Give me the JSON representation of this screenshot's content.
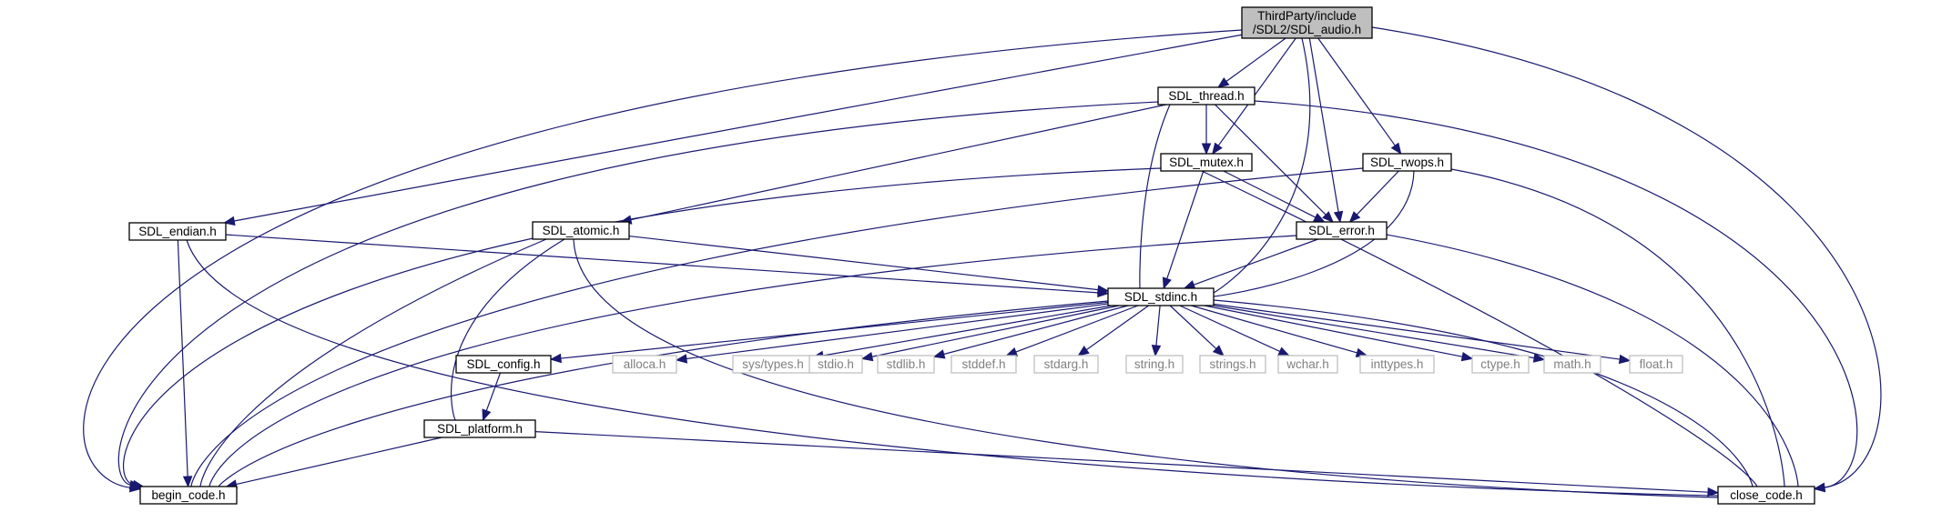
{
  "colors": {
    "edge": "#191970",
    "root_fill": "#bfbfbf",
    "node_border": "#000000",
    "external_border": "#bfbfbf",
    "external_text": "#808080"
  },
  "nodes": {
    "sdl_audio": {
      "lines": [
        "ThirdParty/include",
        "/SDL2/SDL_audio.h"
      ],
      "kind": "root"
    },
    "sdl_thread": {
      "lines": [
        "SDL_thread.h"
      ],
      "kind": "file"
    },
    "sdl_mutex": {
      "lines": [
        "SDL_mutex.h"
      ],
      "kind": "file"
    },
    "sdl_rwops": {
      "lines": [
        "SDL_rwops.h"
      ],
      "kind": "file"
    },
    "sdl_endian": {
      "lines": [
        "SDL_endian.h"
      ],
      "kind": "file"
    },
    "sdl_atomic": {
      "lines": [
        "SDL_atomic.h"
      ],
      "kind": "file"
    },
    "sdl_error": {
      "lines": [
        "SDL_error.h"
      ],
      "kind": "file"
    },
    "sdl_stdinc": {
      "lines": [
        "SDL_stdinc.h"
      ],
      "kind": "file"
    },
    "sdl_config": {
      "lines": [
        "SDL_config.h"
      ],
      "kind": "file"
    },
    "alloca": {
      "lines": [
        "alloca.h"
      ],
      "kind": "external"
    },
    "sys_types": {
      "lines": [
        "sys/types.h"
      ],
      "kind": "external"
    },
    "stdio": {
      "lines": [
        "stdio.h"
      ],
      "kind": "external"
    },
    "stdlib": {
      "lines": [
        "stdlib.h"
      ],
      "kind": "external"
    },
    "stddef": {
      "lines": [
        "stddef.h"
      ],
      "kind": "external"
    },
    "stdarg": {
      "lines": [
        "stdarg.h"
      ],
      "kind": "external"
    },
    "string": {
      "lines": [
        "string.h"
      ],
      "kind": "external"
    },
    "strings": {
      "lines": [
        "strings.h"
      ],
      "kind": "external"
    },
    "wchar": {
      "lines": [
        "wchar.h"
      ],
      "kind": "external"
    },
    "inttypes": {
      "lines": [
        "inttypes.h"
      ],
      "kind": "external"
    },
    "ctype": {
      "lines": [
        "ctype.h"
      ],
      "kind": "external"
    },
    "math": {
      "lines": [
        "math.h"
      ],
      "kind": "external"
    },
    "float": {
      "lines": [
        "float.h"
      ],
      "kind": "external"
    },
    "sdl_platform": {
      "lines": [
        "SDL_platform.h"
      ],
      "kind": "file"
    },
    "begin_code": {
      "lines": [
        "begin_code.h"
      ],
      "kind": "file"
    },
    "close_code": {
      "lines": [
        "close_code.h"
      ],
      "kind": "file"
    }
  },
  "edges": [
    [
      "sdl_audio",
      "begin_code"
    ],
    [
      "sdl_audio",
      "close_code"
    ],
    [
      "sdl_audio",
      "sdl_thread"
    ],
    [
      "sdl_audio",
      "sdl_mutex"
    ],
    [
      "sdl_audio",
      "sdl_rwops"
    ],
    [
      "sdl_audio",
      "sdl_endian"
    ],
    [
      "sdl_audio",
      "sdl_error"
    ],
    [
      "sdl_audio",
      "sdl_stdinc"
    ],
    [
      "sdl_thread",
      "sdl_mutex"
    ],
    [
      "sdl_thread",
      "sdl_atomic"
    ],
    [
      "sdl_thread",
      "sdl_error"
    ],
    [
      "sdl_thread",
      "sdl_stdinc"
    ],
    [
      "sdl_thread",
      "begin_code"
    ],
    [
      "sdl_thread",
      "close_code"
    ],
    [
      "sdl_mutex",
      "sdl_error"
    ],
    [
      "sdl_mutex",
      "sdl_stdinc"
    ],
    [
      "sdl_mutex",
      "begin_code"
    ],
    [
      "sdl_mutex",
      "close_code"
    ],
    [
      "sdl_rwops",
      "sdl_error"
    ],
    [
      "sdl_rwops",
      "sdl_stdinc"
    ],
    [
      "sdl_rwops",
      "begin_code"
    ],
    [
      "sdl_rwops",
      "close_code"
    ],
    [
      "sdl_endian",
      "sdl_stdinc"
    ],
    [
      "sdl_endian",
      "begin_code"
    ],
    [
      "sdl_endian",
      "close_code"
    ],
    [
      "sdl_atomic",
      "sdl_stdinc"
    ],
    [
      "sdl_atomic",
      "sdl_platform"
    ],
    [
      "sdl_atomic",
      "begin_code"
    ],
    [
      "sdl_atomic",
      "close_code"
    ],
    [
      "sdl_error",
      "sdl_stdinc"
    ],
    [
      "sdl_error",
      "begin_code"
    ],
    [
      "sdl_error",
      "close_code"
    ],
    [
      "sdl_stdinc",
      "sdl_config"
    ],
    [
      "sdl_stdinc",
      "alloca"
    ],
    [
      "sdl_stdinc",
      "sys_types"
    ],
    [
      "sdl_stdinc",
      "stdio"
    ],
    [
      "sdl_stdinc",
      "stdlib"
    ],
    [
      "sdl_stdinc",
      "stddef"
    ],
    [
      "sdl_stdinc",
      "stdarg"
    ],
    [
      "sdl_stdinc",
      "string"
    ],
    [
      "sdl_stdinc",
      "strings"
    ],
    [
      "sdl_stdinc",
      "wchar"
    ],
    [
      "sdl_stdinc",
      "inttypes"
    ],
    [
      "sdl_stdinc",
      "ctype"
    ],
    [
      "sdl_stdinc",
      "math"
    ],
    [
      "sdl_stdinc",
      "float"
    ],
    [
      "sdl_stdinc",
      "begin_code"
    ],
    [
      "sdl_stdinc",
      "close_code"
    ],
    [
      "sdl_config",
      "sdl_platform"
    ],
    [
      "sdl_platform",
      "begin_code"
    ],
    [
      "sdl_platform",
      "close_code"
    ]
  ]
}
